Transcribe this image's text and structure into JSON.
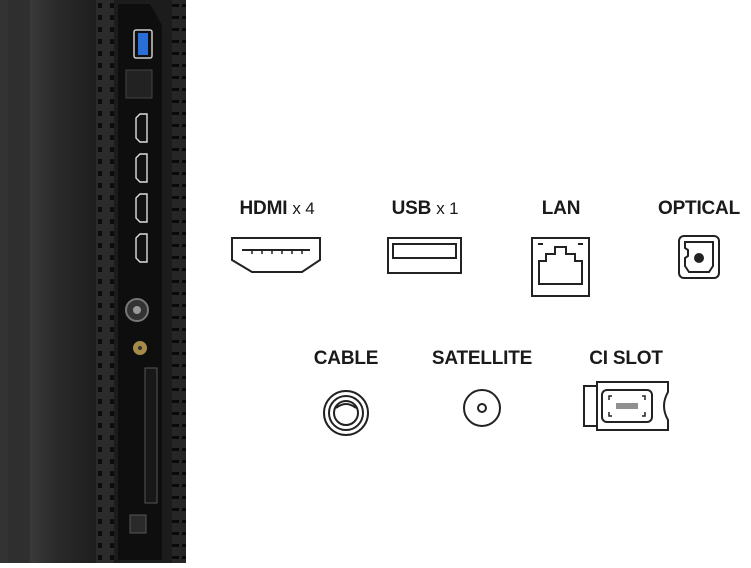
{
  "connectors_row1": [
    {
      "name": "HDMI",
      "count_text": "x 4",
      "icon": "hdmi-port-icon"
    },
    {
      "name": "USB",
      "count_text": "x 1",
      "icon": "usb-port-icon"
    },
    {
      "name": "LAN",
      "icon": "lan-port-icon"
    },
    {
      "name": "OPTICAL",
      "icon": "optical-port-icon"
    }
  ],
  "connectors_row2": [
    {
      "name": "CABLE",
      "icon": "cable-port-icon"
    },
    {
      "name": "SATELLITE",
      "icon": "satellite-port-icon"
    },
    {
      "name": "CI SLOT",
      "icon": "ci-slot-icon"
    }
  ],
  "colors": {
    "text": "#1a1a1a",
    "tv_body": "#1c1c1c",
    "usb_blue": "#2a6fd6"
  }
}
